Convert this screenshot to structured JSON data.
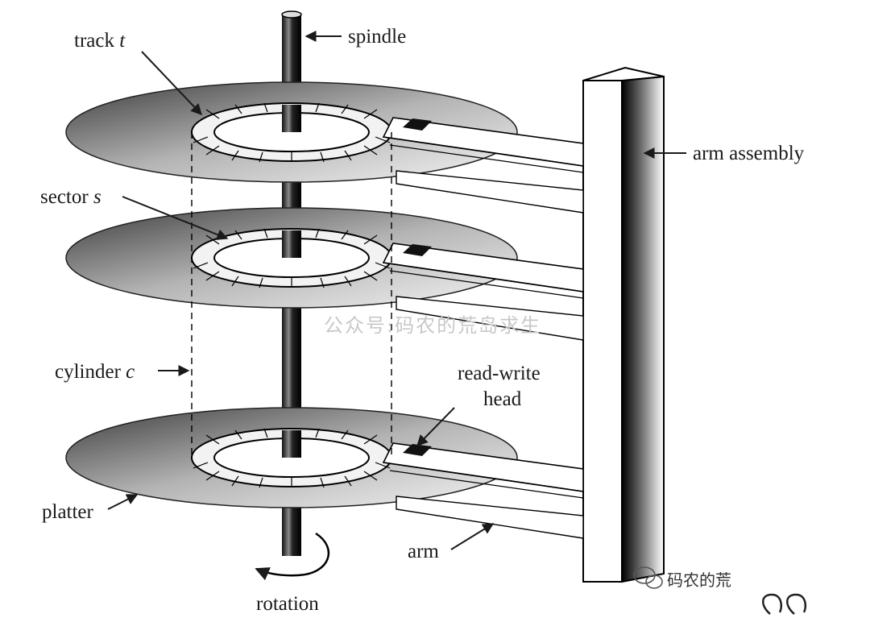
{
  "diagram": {
    "labels": {
      "spindle": "spindle",
      "track": "track",
      "track_var": "t",
      "sector": "sector",
      "sector_var": "s",
      "cylinder": "cylinder",
      "cylinder_var": "c",
      "read_write_line1": "read-write",
      "read_write_line2": "head",
      "arm_assembly": "arm assembly",
      "platter": "platter",
      "arm": "arm",
      "rotation": "rotation"
    },
    "watermark": "公众号:码农的荒岛求生",
    "wechat_badge": "码农的荒"
  }
}
